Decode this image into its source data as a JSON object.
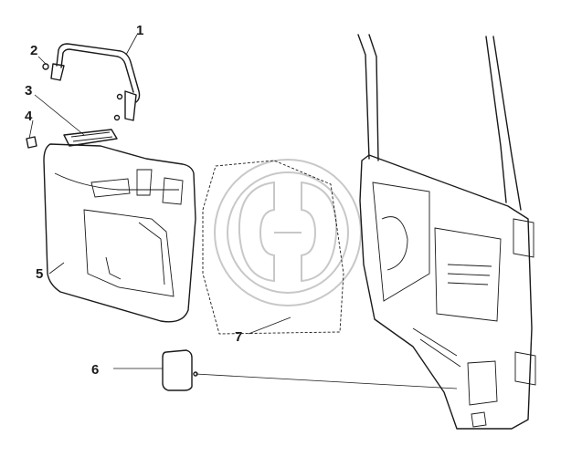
{
  "diagram": {
    "callouts": [
      {
        "id": "1",
        "label": "1"
      },
      {
        "id": "2",
        "label": "2"
      },
      {
        "id": "3",
        "label": "3"
      },
      {
        "id": "4",
        "label": "4"
      },
      {
        "id": "5",
        "label": "5"
      },
      {
        "id": "6",
        "label": "6"
      },
      {
        "id": "7",
        "label": "7"
      }
    ],
    "colors": {
      "ink": "#1a1a1a",
      "watermark": "#c8c8c8",
      "background": "#ffffff"
    }
  }
}
